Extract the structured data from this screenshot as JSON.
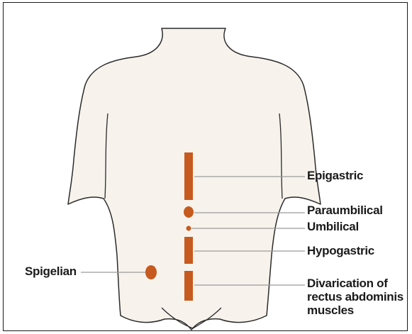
{
  "colors": {
    "torso_fill": "#f7f3ec",
    "outline": "#2b2b2b",
    "marker": "#c75a1e",
    "leader_line": "#9a9a9a",
    "text": "#1a1a1a",
    "frame": "#1a1a1a"
  },
  "labels": {
    "epigastric": "Epigastric",
    "paraumbilical": "Paraumbilical",
    "umbilical": "Umbilical",
    "hypogastric": "Hypogastric",
    "spigelian": "Spigelian",
    "divarication": "Divarication of rectus abdominis muscles"
  }
}
